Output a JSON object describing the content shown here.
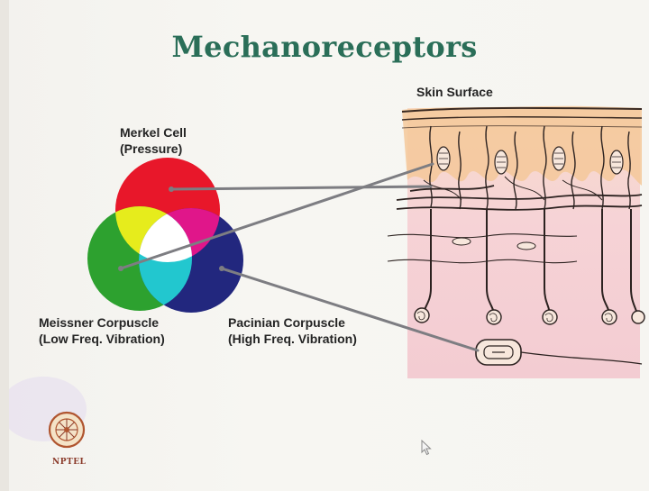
{
  "slide": {
    "title": "Mechanoreceptors"
  },
  "labels": {
    "skin_surface": "Skin Surface",
    "merkel_name": "Merkel Cell",
    "merkel_role": "(Pressure)",
    "meissner_name": "Meissner Corpuscle",
    "meissner_role": "(Low Freq. Vibration)",
    "pacinian_name": "Pacinian Corpuscle",
    "pacinian_role": "(High Freq. Vibration)"
  },
  "logo": {
    "text": "NPTEL"
  },
  "colors": {
    "title": "#2a6e58",
    "merkel_circle": "#e8172a",
    "meissner_circle": "#2da12f",
    "pacinian_circle": "#22277e",
    "overlap_yellow": "#e6ec1c",
    "overlap_magenta": "#e0168a",
    "overlap_cyan": "#22c7cf",
    "skin_dermis": "#f6d6da",
    "skin_epidermis": "#f4c89a",
    "connector_line": "#7d7d82"
  },
  "icons": {
    "cursor": "mouse-pointer-icon",
    "logo": "nptel-logo-icon"
  }
}
